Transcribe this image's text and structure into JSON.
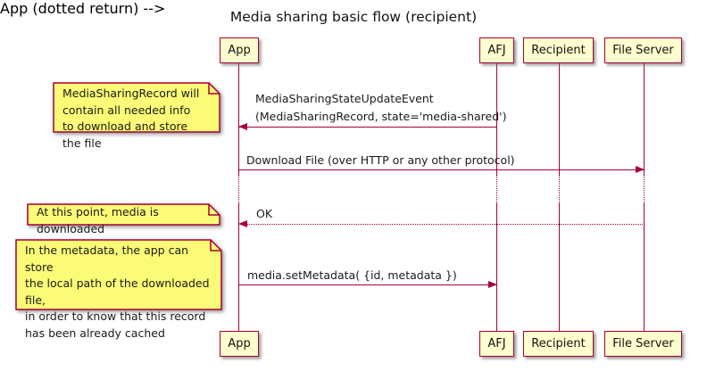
{
  "title": "Media sharing basic flow (recipient)",
  "colors": {
    "background": "#FFFFFF",
    "accent_border": "#A80036",
    "participant_fill": "#FEFECE",
    "note_fill": "#FBFB77",
    "text": "#1A1A1A"
  },
  "participants": [
    {
      "label": "App"
    },
    {
      "label": "AFJ"
    },
    {
      "label": "Recipient"
    },
    {
      "label": "File Server"
    }
  ],
  "messages": [
    {
      "from": "AFJ",
      "to": "App",
      "style": "solid",
      "text": "MediaSharingStateUpdateEvent\n(MediaSharingRecord, state='media-shared')"
    },
    {
      "from": "App",
      "to": "File Server",
      "style": "solid",
      "text": "Download File (over HTTP or any other protocol)"
    },
    {
      "from": "File Server",
      "to": "App",
      "style": "dotted",
      "text": "OK"
    },
    {
      "from": "App",
      "to": "AFJ",
      "style": "solid",
      "text": "media.setMetadata( {id, metadata })"
    }
  ],
  "notes": [
    {
      "text": "MediaSharingRecord will\ncontain all needed info\nto download and store the file"
    },
    {
      "text": "At this point, media is downloaded"
    },
    {
      "text": "In the metadata, the app can store\nthe local path of the downloaded file,\nin order to know that this record\nhas been already cached"
    }
  ],
  "icons": {
    "arrowhead": "filled-triangle",
    "note_fold": "folded-page-corner"
  }
}
